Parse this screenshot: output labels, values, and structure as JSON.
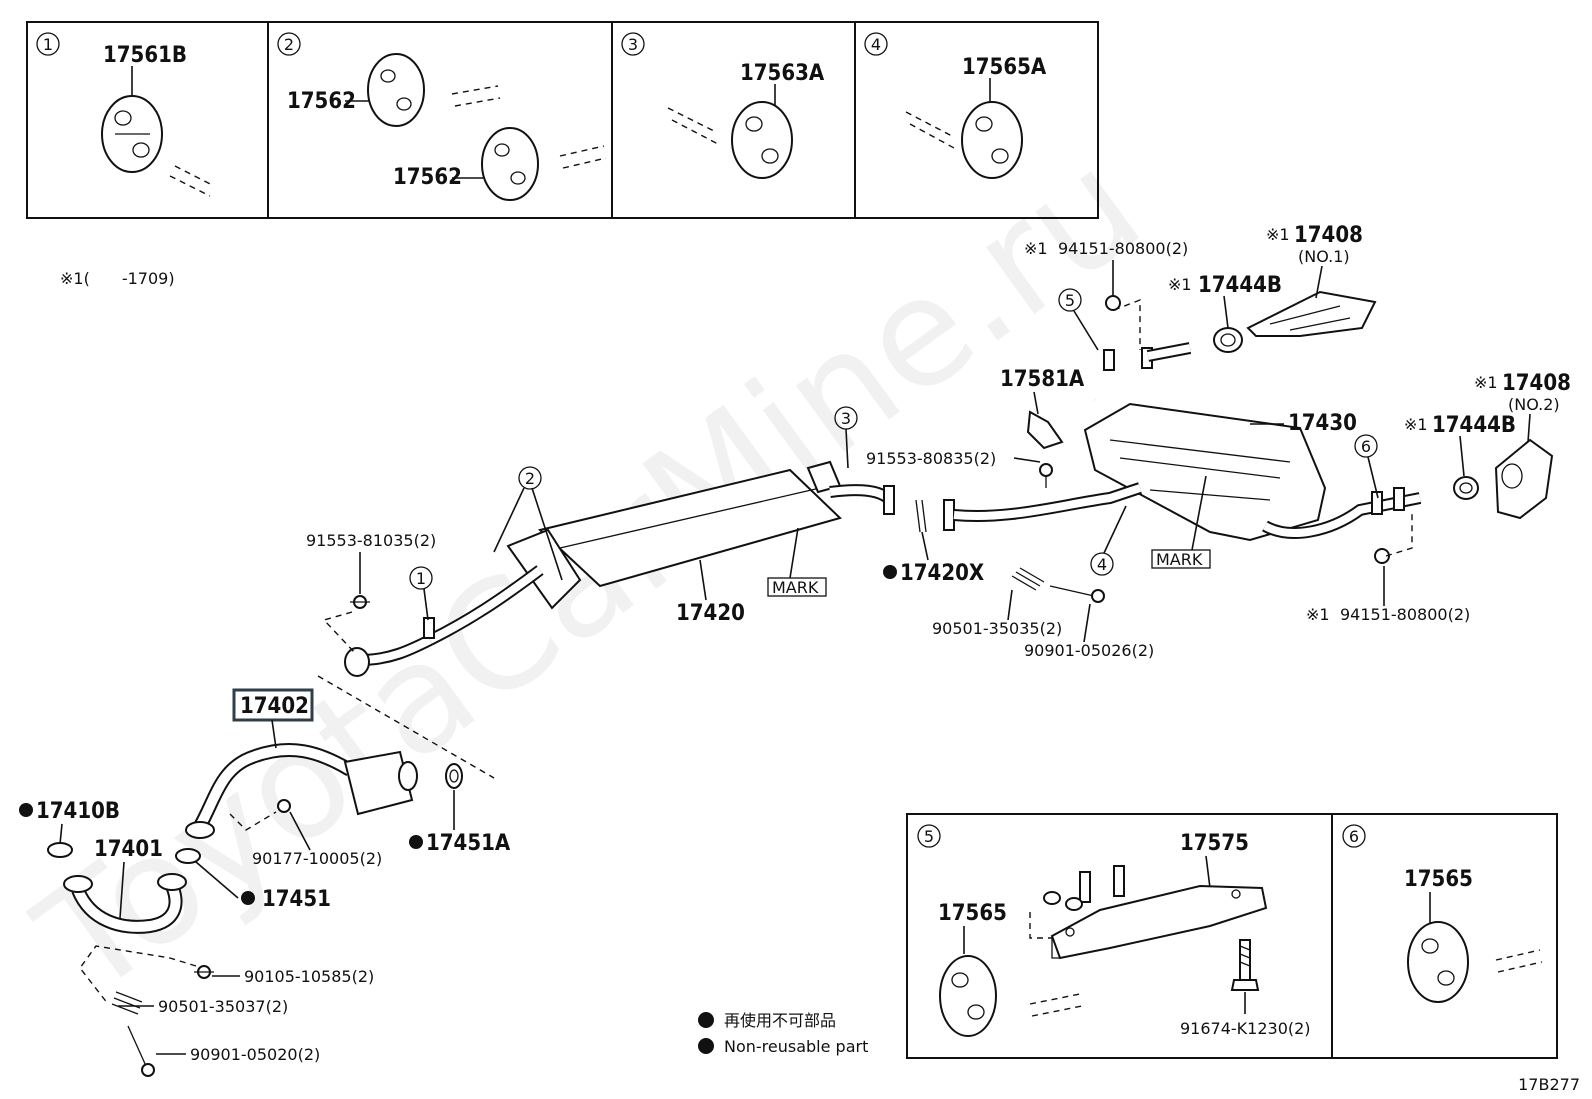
{
  "insets": [
    {
      "num": "1",
      "labels": [
        "17561B"
      ]
    },
    {
      "num": "2",
      "labels": [
        "17562",
        "17562"
      ]
    },
    {
      "num": "3",
      "labels": [
        "17563A"
      ]
    },
    {
      "num": "4",
      "labels": [
        "17565A"
      ]
    },
    {
      "num": "5",
      "labels": [
        "17575",
        "17565",
        "91674-K1230(2)"
      ]
    },
    {
      "num": "6",
      "labels": [
        "17565"
      ]
    }
  ],
  "footnote": "※1(　　-1709)",
  "callouts": {
    "c1": "1",
    "c2": "2",
    "c3": "3",
    "c4": "4",
    "c5": "5",
    "c6": "6"
  },
  "parts": {
    "p17408_1": "17408",
    "p17408_1_sub": "(NO.1)",
    "p17408_2": "17408",
    "p17408_2_sub": "(NO.2)",
    "p17444b_1": "17444B",
    "p17444b_2": "17444B",
    "p94151_top": "94151-80800(2)",
    "p94151_bot": "94151-80800(2)",
    "p17581a": "17581A",
    "p17430": "17430",
    "p91553_80835": "91553-80835(2)",
    "p91553_81035": "91553-81035(2)",
    "p17420": "17420",
    "p17420x": "17420X",
    "p90501_35035": "90501-35035(2)",
    "p90901_05026": "90901-05026(2)",
    "p17402": "17402",
    "p17410b": "17410B",
    "p17451a": "17451A",
    "p17401": "17401",
    "p17451": "17451",
    "p90177": "90177-10005(2)",
    "p90105": "90105-10585(2)",
    "p90501_35037": "90501-35037(2)",
    "p90901_05020": "90901-05020(2)",
    "mark": "MARK"
  },
  "star_mark": "※1",
  "legend": {
    "jp": "再使用不可部品",
    "en": "Non-reusable part"
  },
  "figure_code": "17B277",
  "watermark": "ToyotaCarMine.ru"
}
